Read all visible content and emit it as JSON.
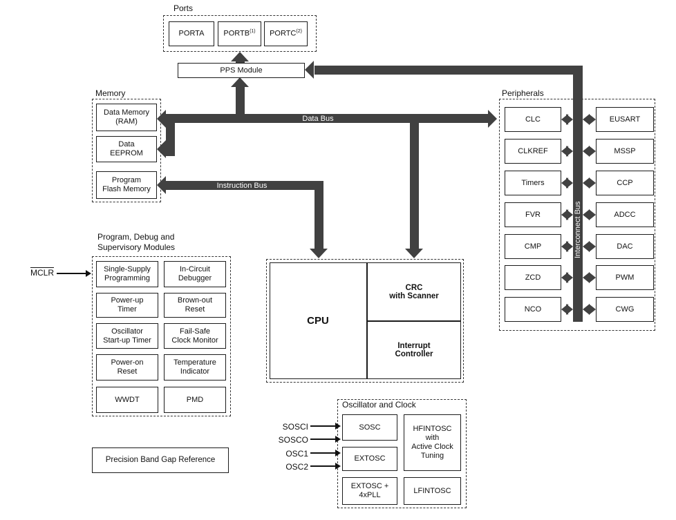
{
  "colors": {
    "bus": "#414141",
    "line": "#111111"
  },
  "ports": {
    "label": "Ports",
    "items": [
      {
        "name": "PORTA",
        "note": ""
      },
      {
        "name": "PORTB",
        "note": "(1)"
      },
      {
        "name": "PORTC",
        "note": "(2)"
      }
    ]
  },
  "pps_module": {
    "label": "PPS Module"
  },
  "memory": {
    "label": "Memory",
    "items": [
      "Data Memory\n(RAM)",
      "Data\nEEPROM",
      "Program\nFlash Memory"
    ]
  },
  "buses": {
    "data_bus": "Data Bus",
    "instruction_bus": "Instruction Bus",
    "interconnect_bus": "Interconnect Bus"
  },
  "peripherals": {
    "label": "Peripherals",
    "left": [
      "CLC",
      "CLKREF",
      "Timers",
      "FVR",
      "CMP",
      "ZCD",
      "NCO"
    ],
    "right": [
      "EUSART",
      "MSSP",
      "CCP",
      "ADCC",
      "DAC",
      "PWM",
      "CWG"
    ]
  },
  "debug_modules": {
    "label": "Program, Debug and\nSupervisory Modules",
    "left": [
      "Single-Supply\nProgramming",
      "Power-up\nTimer",
      "Oscillator\nStart-up Timer",
      "Power-on\nReset",
      "WWDT"
    ],
    "right": [
      "In-Circuit\nDebugger",
      "Brown-out\nReset",
      "Fail-Safe\nClock Monitor",
      "Temperature\nIndicator",
      "PMD"
    ]
  },
  "mclr": {
    "label": "MCLR"
  },
  "cpu_block": {
    "cpu": "CPU",
    "crc": "CRC\nwith Scanner",
    "interrupt": "Interrupt\nController"
  },
  "oscillator": {
    "label": "Oscillator and Clock",
    "inputs": [
      "SOSCI",
      "SOSCO",
      "OSC1",
      "OSC2"
    ],
    "sosc": "SOSC",
    "extosc": "EXTOSC",
    "extosc_pll": "EXTOSC +\n4xPLL",
    "hfintosc": "HFINTOSC\nwith\nActive Clock\nTuning",
    "lfintosc": "LFINTOSC"
  },
  "band_gap": {
    "label": "Precision Band Gap Reference"
  }
}
